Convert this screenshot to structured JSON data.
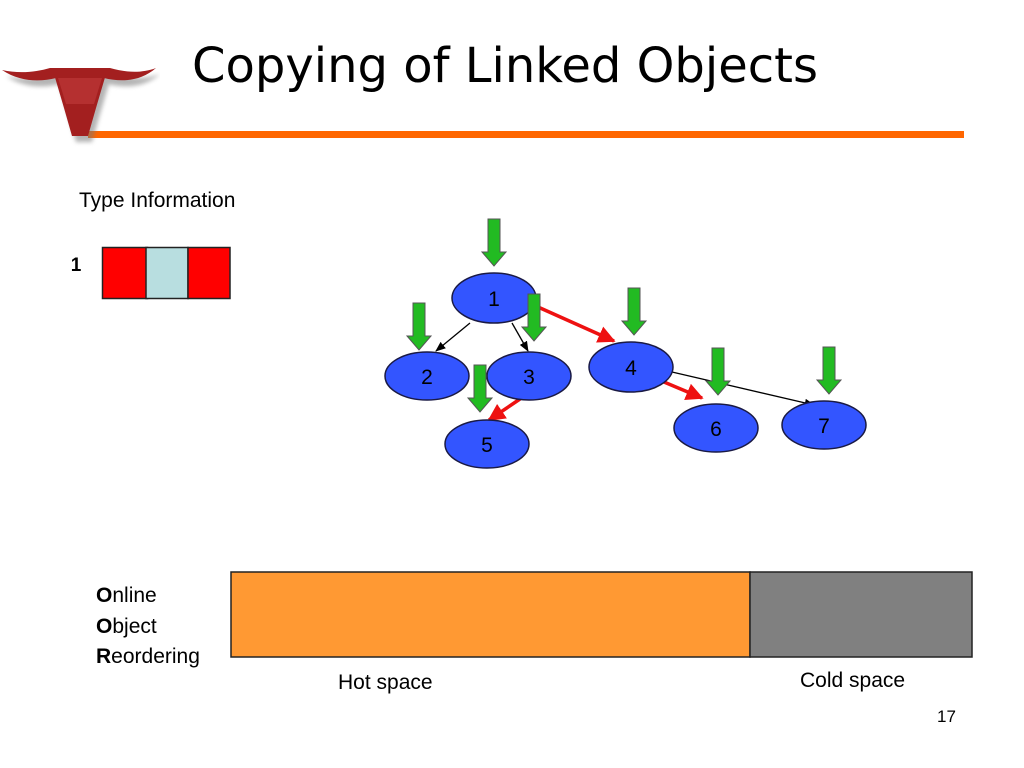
{
  "slide": {
    "title": "Copying of Linked Objects",
    "page_number": "17"
  },
  "colors": {
    "accent_rule": "#ff6600",
    "node_fill": "#3355ff",
    "pointer_down": "#22bb22",
    "copy_edge": "#ee1111",
    "hot_space": "#ff9933",
    "cold_space": "#808080",
    "type_red": "#ff0000",
    "type_light": "#b8dee0"
  },
  "type_info": {
    "label": "Type Information",
    "counter": "1"
  },
  "graph": {
    "nodes": [
      {
        "id": "1",
        "label": "1"
      },
      {
        "id": "2",
        "label": "2"
      },
      {
        "id": "3",
        "label": "3"
      },
      {
        "id": "4",
        "label": "4"
      },
      {
        "id": "5",
        "label": "5"
      },
      {
        "id": "6",
        "label": "6"
      },
      {
        "id": "7",
        "label": "7"
      }
    ],
    "edges": [
      {
        "from": "1",
        "to": "2",
        "kind": "plain"
      },
      {
        "from": "1",
        "to": "3",
        "kind": "plain"
      },
      {
        "from": "1",
        "to": "4",
        "kind": "copy"
      },
      {
        "from": "3",
        "to": "5",
        "kind": "copy"
      },
      {
        "from": "4",
        "to": "6",
        "kind": "copy"
      },
      {
        "from": "4",
        "to": "7",
        "kind": "plain"
      }
    ]
  },
  "reordering": {
    "line1_initial": "O",
    "line1_rest": "nline",
    "line2_initial": "O",
    "line2_rest": "bject",
    "line3_initial": "R",
    "line3_rest": "eordering",
    "hot_label": "Hot space",
    "cold_label": "Cold space",
    "hot_fraction": 0.7
  }
}
